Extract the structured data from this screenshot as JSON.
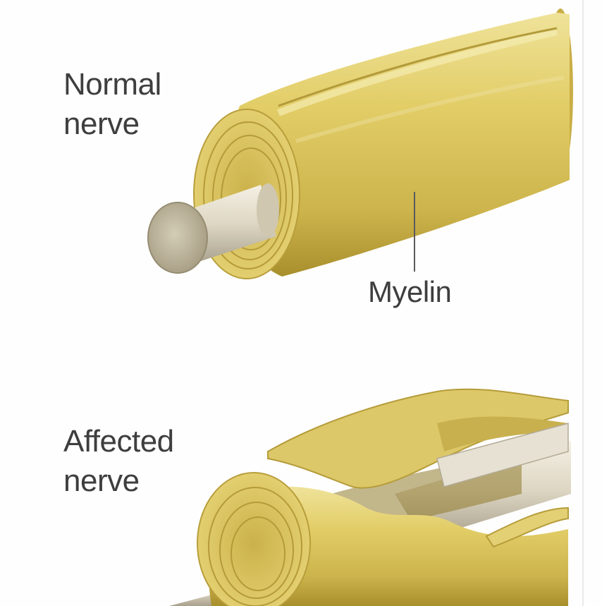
{
  "diagram": {
    "top_panel": {
      "label_line1": "Normal",
      "label_line2": "nerve",
      "callout": "Myelin"
    },
    "bottom_panel": {
      "label_line1": "Affected",
      "label_line2": "nerve"
    }
  },
  "colors": {
    "myelin": "#d8c25a",
    "myelin_shadow": "#a88f2c",
    "myelin_highlight": "#efe39a",
    "axon": "#e2dccb",
    "axon_shadow": "#a8a08c",
    "text": "#3e3e3e",
    "background": "#ffffff"
  }
}
